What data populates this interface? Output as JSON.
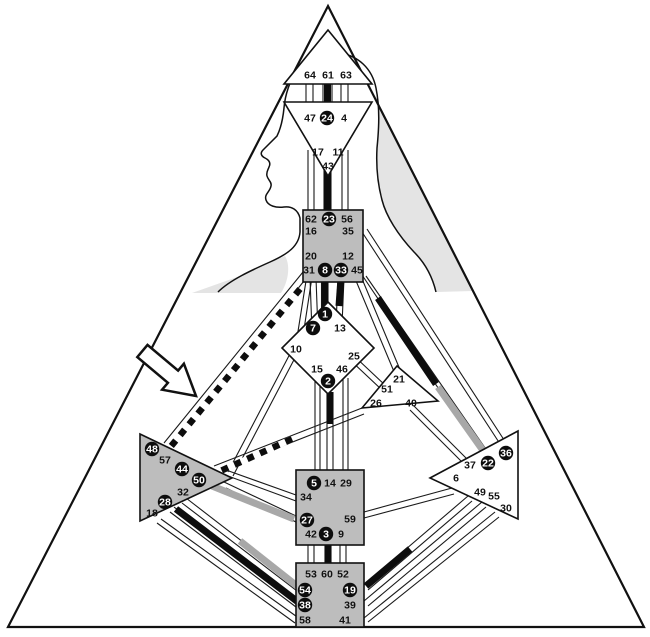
{
  "diagram": {
    "type": "human-design-bodygraph",
    "colors": {
      "defined_center_fill": "#bdbdbd",
      "undefined_center_fill": "#ffffff",
      "active_gate_fill": "#0d0d0d",
      "silhouette_shade": "#e4e4e4",
      "channel_black": "#0d0d0d",
      "channel_gray": "#a8a8a8"
    },
    "centers": [
      {
        "id": "head",
        "shape": "triangle-up",
        "gates": [
          64,
          61,
          63
        ]
      },
      {
        "id": "ajna",
        "shape": "triangle-down",
        "gates": [
          47,
          24,
          4,
          17,
          11,
          43
        ]
      },
      {
        "id": "throat",
        "shape": "square",
        "gates": [
          62,
          23,
          56,
          16,
          35,
          20,
          12,
          31,
          8,
          33,
          45
        ]
      },
      {
        "id": "g-center",
        "shape": "diamond",
        "gates": [
          1,
          7,
          13,
          10,
          25,
          15,
          46,
          2
        ]
      },
      {
        "id": "heart",
        "shape": "triangle",
        "gates": [
          21,
          51,
          26,
          40
        ]
      },
      {
        "id": "spleen",
        "shape": "triangle-right",
        "gates": [
          48,
          57,
          44,
          50,
          32,
          28,
          18
        ]
      },
      {
        "id": "solar-plexus",
        "shape": "triangle-left",
        "gates": [
          36,
          22,
          37,
          6,
          49,
          55,
          30
        ]
      },
      {
        "id": "sacral",
        "shape": "square",
        "gates": [
          5,
          14,
          29,
          34,
          27,
          59,
          42,
          3,
          9
        ]
      },
      {
        "id": "root",
        "shape": "square",
        "gates": [
          53,
          60,
          52,
          54,
          19,
          38,
          39,
          58,
          41
        ]
      }
    ],
    "active_gates": [
      24,
      23,
      8,
      33,
      1,
      7,
      2,
      48,
      44,
      50,
      28,
      5,
      27,
      3,
      22,
      36,
      54,
      19,
      38
    ],
    "channel_marks": {
      "black": [
        "61-24",
        "43-23",
        "8-1",
        "33-13",
        "2-14",
        "3-60",
        "35-36",
        "28-38",
        "49-19"
      ],
      "gray": [
        "27-50",
        "32-54",
        "12-22"
      ],
      "checkered": [
        "16-48",
        "26-44"
      ]
    }
  },
  "gates": {
    "g64": {
      "num": "64",
      "active": false
    },
    "g61": {
      "num": "61",
      "active": false
    },
    "g63": {
      "num": "63",
      "active": false
    },
    "g47": {
      "num": "47",
      "active": false
    },
    "g24": {
      "num": "24",
      "active": true
    },
    "g4": {
      "num": "4",
      "active": false
    },
    "g17": {
      "num": "17",
      "active": false
    },
    "g11": {
      "num": "11",
      "active": false
    },
    "g43": {
      "num": "43",
      "active": false
    },
    "g62": {
      "num": "62",
      "active": false
    },
    "g23": {
      "num": "23",
      "active": true
    },
    "g56": {
      "num": "56",
      "active": false
    },
    "g16": {
      "num": "16",
      "active": false
    },
    "g35": {
      "num": "35",
      "active": false
    },
    "g20": {
      "num": "20",
      "active": false
    },
    "g12": {
      "num": "12",
      "active": false
    },
    "g31": {
      "num": "31",
      "active": false
    },
    "g8": {
      "num": "8",
      "active": true
    },
    "g33": {
      "num": "33",
      "active": true
    },
    "g45": {
      "num": "45",
      "active": false
    },
    "g1": {
      "num": "1",
      "active": true
    },
    "g7": {
      "num": "7",
      "active": true
    },
    "g13": {
      "num": "13",
      "active": false
    },
    "g10": {
      "num": "10",
      "active": false
    },
    "g25": {
      "num": "25",
      "active": false
    },
    "g15": {
      "num": "15",
      "active": false
    },
    "g46": {
      "num": "46",
      "active": false
    },
    "g2": {
      "num": "2",
      "active": true
    },
    "g21": {
      "num": "21",
      "active": false
    },
    "g51": {
      "num": "51",
      "active": false
    },
    "g26": {
      "num": "26",
      "active": false
    },
    "g40": {
      "num": "40",
      "active": false
    },
    "g48": {
      "num": "48",
      "active": true
    },
    "g57": {
      "num": "57",
      "active": false
    },
    "g44": {
      "num": "44",
      "active": true
    },
    "g50": {
      "num": "50",
      "active": true
    },
    "g32": {
      "num": "32",
      "active": false
    },
    "g28": {
      "num": "28",
      "active": true
    },
    "g18": {
      "num": "18",
      "active": false
    },
    "g36": {
      "num": "36",
      "active": true
    },
    "g22": {
      "num": "22",
      "active": true
    },
    "g37": {
      "num": "37",
      "active": false
    },
    "g6": {
      "num": "6",
      "active": false
    },
    "g49": {
      "num": "49",
      "active": false
    },
    "g55": {
      "num": "55",
      "active": false
    },
    "g30": {
      "num": "30",
      "active": false
    },
    "g5": {
      "num": "5",
      "active": true
    },
    "g14": {
      "num": "14",
      "active": false
    },
    "g29": {
      "num": "29",
      "active": false
    },
    "g34": {
      "num": "34",
      "active": false
    },
    "g27": {
      "num": "27",
      "active": true
    },
    "g59": {
      "num": "59",
      "active": false
    },
    "g42": {
      "num": "42",
      "active": false
    },
    "g3": {
      "num": "3",
      "active": true
    },
    "g9": {
      "num": "9",
      "active": false
    },
    "g53": {
      "num": "53",
      "active": false
    },
    "g60": {
      "num": "60",
      "active": false
    },
    "g52": {
      "num": "52",
      "active": false
    },
    "g54": {
      "num": "54",
      "active": true
    },
    "g19": {
      "num": "19",
      "active": true
    },
    "g38": {
      "num": "38",
      "active": true
    },
    "g39": {
      "num": "39",
      "active": false
    },
    "g58": {
      "num": "58",
      "active": false
    },
    "g41": {
      "num": "41",
      "active": false
    }
  }
}
